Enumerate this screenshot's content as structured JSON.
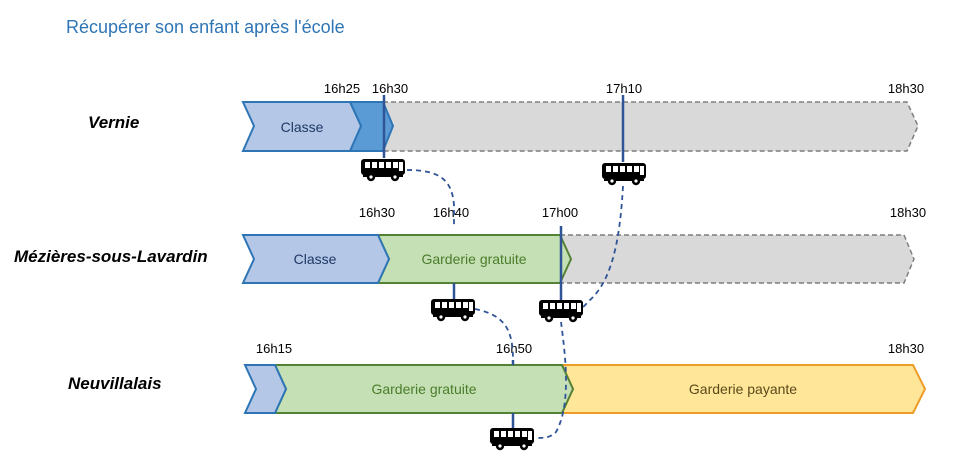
{
  "title": "Récupérer son enfant après l'école",
  "colors": {
    "classe_fill": "#b4c7e7",
    "classe_stroke": "#2e75b6",
    "transition_fill": "#5b9bd5",
    "garderie_gratuite_fill": "#c5e0b4",
    "garderie_gratuite_stroke": "#548235",
    "garderie_gratuite_text": "#4a7d2b",
    "garderie_payante_fill": "#ffe699",
    "garderie_payante_stroke": "#ed9c28",
    "grey_fill": "#d9d9d9",
    "grey_stroke": "#7f7f7f",
    "bus_line": "#2f5597"
  },
  "rows": [
    {
      "label": "Vernie",
      "times": [
        "16h25",
        "16h30",
        "17h10",
        "18h30"
      ],
      "segments": [
        {
          "label": "Classe",
          "kind": "classe"
        },
        {
          "label": "",
          "kind": "transition"
        },
        {
          "label": "",
          "kind": "grey"
        }
      ]
    },
    {
      "label": "Mézières-sous-Lavardin",
      "times": [
        "16h30",
        "16h40",
        "17h00",
        "18h30"
      ],
      "segments": [
        {
          "label": "Classe",
          "kind": "classe"
        },
        {
          "label": "Garderie gratuite",
          "kind": "garderie_gratuite"
        },
        {
          "label": "",
          "kind": "grey"
        }
      ]
    },
    {
      "label": "Neuvillalais",
      "times": [
        "16h15",
        "16h50",
        "18h30"
      ],
      "segments": [
        {
          "label": "",
          "kind": "classe"
        },
        {
          "label": "Garderie gratuite",
          "kind": "garderie_gratuite"
        },
        {
          "label": "Garderie payante",
          "kind": "garderie_payante"
        }
      ]
    }
  ],
  "buses": [
    {
      "icon": "bus-icon"
    },
    {
      "icon": "bus-icon"
    },
    {
      "icon": "bus-icon"
    },
    {
      "icon": "bus-icon"
    },
    {
      "icon": "bus-icon"
    }
  ]
}
